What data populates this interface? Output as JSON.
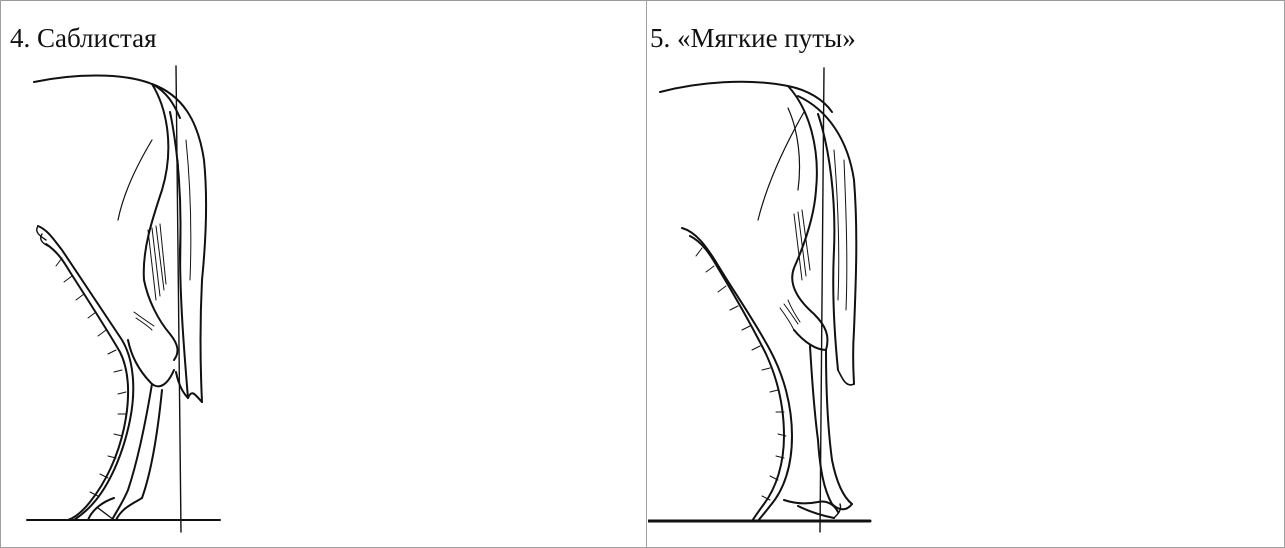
{
  "cells": [
    {
      "caption": "4. Саблистая",
      "figure": "hind-leg-sickle-hocked-illustration"
    },
    {
      "caption": "5. «Мягкие путы»",
      "figure": "hind-leg-soft-pasterns-illustration"
    }
  ],
  "colors": {
    "border": "#a0a0a0",
    "ink": "#111111",
    "background": "#ffffff"
  }
}
